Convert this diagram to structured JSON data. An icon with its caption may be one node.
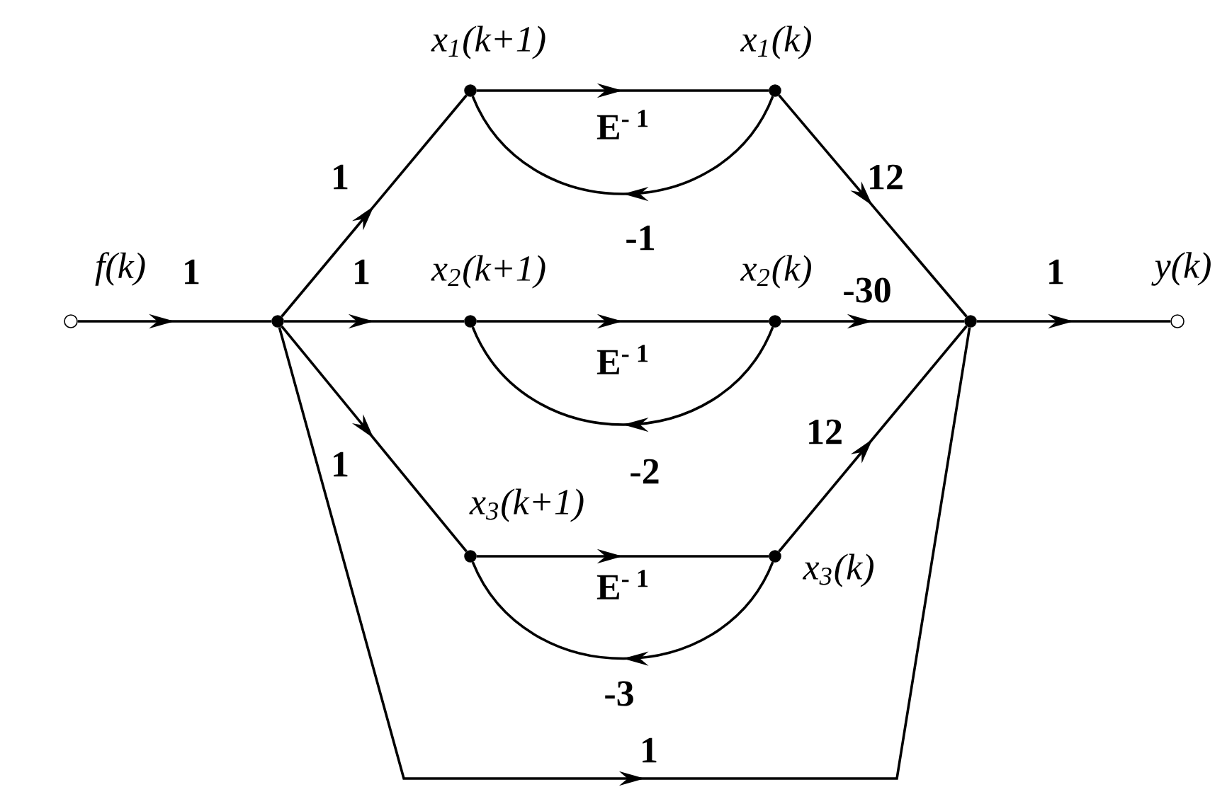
{
  "diagram": {
    "nodes": [
      {
        "text": [
          "f(k)"
        ]
      },
      {
        "text": [],
        "shape": "circle"
      },
      {
        "text": [
          "x$_{1}$(k+1)"
        ]
      },
      {
        "text": [
          "x$_{1}$(k)"
        ]
      },
      {
        "text": [
          "x$_{2}$(k+1)"
        ]
      },
      {
        "text": [
          "x$_{2}$(k)"
        ]
      },
      {
        "text": [
          "x$_{3}$(k+1)"
        ]
      },
      {
        "text": [
          "x$_{3}$(k)"
        ]
      },
      {
        "text": [],
        "shape": "circle"
      },
      {
        "text": [
          "y(k)"
        ]
      }
    ],
    "edges": [
      {
        "from": 0,
        "to": 1,
        "arrow": "to",
        "label": "1"
      },
      {
        "from": 1,
        "to": 2,
        "arrow": "to",
        "label": "1"
      },
      {
        "from": 1,
        "to": 4,
        "arrow": "to",
        "label": "1"
      },
      {
        "from": 1,
        "to": 6,
        "arrow": "to",
        "label": "1"
      },
      {
        "from": 1,
        "to": 8,
        "arrow": "to",
        "label": "1"
      },
      {
        "from": 2,
        "to": 3,
        "arrow": "to",
        "label": "E$^{- 1}$"
      },
      {
        "from": 3,
        "to": 2,
        "arrow": "to",
        "label": "-1"
      },
      {
        "from": 4,
        "to": 5,
        "arrow": "to",
        "label": "E$^{- 1}$"
      },
      {
        "from": 5,
        "to": 4,
        "arrow": "to",
        "label": "-2"
      },
      {
        "from": 6,
        "to": 7,
        "arrow": "to",
        "label": "E$^{- 1}$"
      },
      {
        "from": 7,
        "to": 6,
        "arrow": "to",
        "label": "-3"
      },
      {
        "from": 3,
        "to": 8,
        "arrow": "to",
        "label": "12"
      },
      {
        "from": 5,
        "to": 8,
        "arrow": "to",
        "label": "-30"
      },
      {
        "from": 7,
        "to": 8,
        "arrow": "to",
        "label": "12"
      },
      {
        "from": 8,
        "to": 9,
        "arrow": "to",
        "label": "1"
      }
    ]
  }
}
